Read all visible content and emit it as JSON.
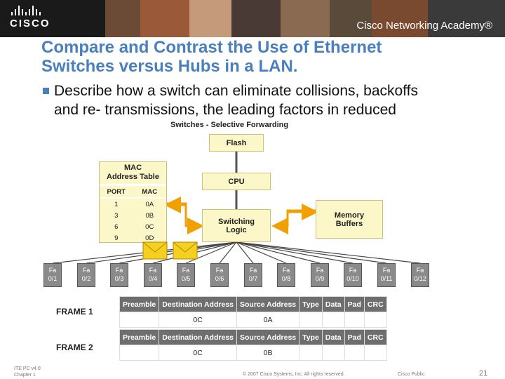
{
  "brand": {
    "logo_text": "CISCO",
    "academy_text": "Cisco Networking Academy®"
  },
  "slide": {
    "title_line1": "Compare and Contrast the Use of Ethernet",
    "title_line2": "Switches versus Hubs in a LAN.",
    "bullet_line1": "Describe how a switch can eliminate collisions, backoffs",
    "bullet_line2": "and re- transmissions, the leading factors in reduced"
  },
  "diagram": {
    "title": "Switches - Selective Forwarding",
    "flash": "Flash",
    "cpu": "CPU",
    "switching_logic_1": "Switching",
    "switching_logic_2": "Logic",
    "memory_1": "Memory",
    "memory_2": "Buffers",
    "mac_table": {
      "title_1": "MAC",
      "title_2": "Address Table",
      "col_port": "PORT",
      "col_mac": "MAC",
      "rows": [
        {
          "port": "1",
          "mac": "0A"
        },
        {
          "port": "3",
          "mac": "0B"
        },
        {
          "port": "6",
          "mac": "0C"
        },
        {
          "port": "9",
          "mac": "0D"
        }
      ]
    },
    "ports": [
      {
        "a": "Fa",
        "b": "0/1"
      },
      {
        "a": "Fa",
        "b": "0/2"
      },
      {
        "a": "Fa",
        "b": "0/3"
      },
      {
        "a": "Fa",
        "b": "0/4"
      },
      {
        "a": "Fa",
        "b": "0/5"
      },
      {
        "a": "Fa",
        "b": "0/6"
      },
      {
        "a": "Fa",
        "b": "0/7"
      },
      {
        "a": "Fa",
        "b": "0/8"
      },
      {
        "a": "Fa",
        "b": "0/9"
      },
      {
        "a": "Fa",
        "b": "0/10"
      },
      {
        "a": "Fa",
        "b": "0/11"
      },
      {
        "a": "Fa",
        "b": "0/12"
      }
    ]
  },
  "frames": {
    "headers": [
      "Preamble",
      "Destination Address",
      "Source Address",
      "Type",
      "Data",
      "Pad",
      "CRC"
    ],
    "frame1": {
      "label": "FRAME 1",
      "dest": "0C",
      "src": "0A"
    },
    "frame2": {
      "label": "FRAME 2",
      "dest": "0C",
      "src": "0B"
    }
  },
  "footer": {
    "course_1": "ITE PC v4.0",
    "course_2": "Chapter 1",
    "copyright": "© 2007 Cisco Systems, Inc. All rights reserved.",
    "classification": "Cisco Public",
    "page": "21"
  },
  "colors": {
    "title": "#4a7fbd",
    "box_fill": "#fbf7c9",
    "port_fill": "#8a8a8a",
    "header_fill": "#6e6e6e"
  }
}
